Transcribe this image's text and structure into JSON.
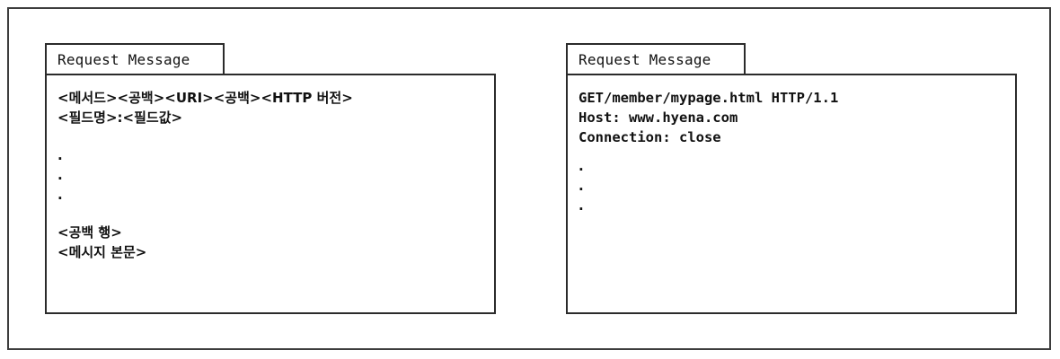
{
  "diagram": {
    "boxes": [
      {
        "tab_label": "Request Message",
        "kind": "format-template",
        "lines": [
          "<메서드><공백><URI><공백><HTTP 버전>",
          "<필드명>:<필드값>"
        ],
        "ellipsis": [
          ".",
          ".",
          "."
        ],
        "trailing_lines": [
          "<공백 행>",
          "<메시지 본문>"
        ]
      },
      {
        "tab_label": "Request Message",
        "kind": "concrete-example",
        "lines": [
          "GET/member/mypage.html HTTP/1.1",
          "Host: www.hyena.com",
          "Connection: close"
        ],
        "ellipsis": [
          ".",
          ".",
          "."
        ],
        "trailing_lines": []
      }
    ]
  },
  "colors": {
    "border": "#2b2b2b",
    "outer_border": "#3d3d3d",
    "text": "#111111",
    "background": "#ffffff"
  }
}
